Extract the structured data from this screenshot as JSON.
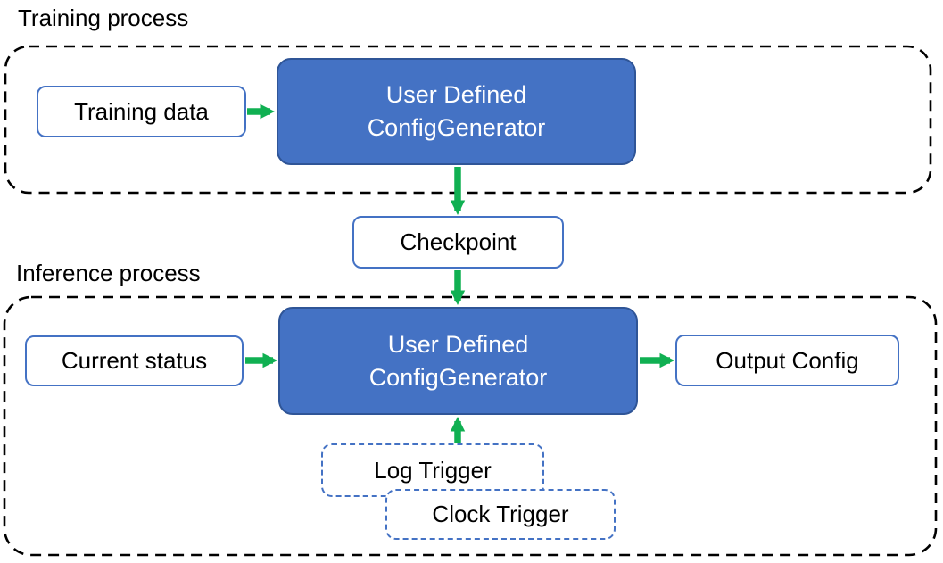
{
  "training": {
    "title": "Training process",
    "input_label": "Training data",
    "generator": {
      "line1": "User Defined",
      "line2": "ConfigGenerator"
    }
  },
  "checkpoint_label": "Checkpoint",
  "inference": {
    "title": "Inference process",
    "input_label": "Current status",
    "generator": {
      "line1": "User Defined",
      "line2": "ConfigGenerator"
    },
    "output_label": "Output Config",
    "log_trigger_label": "Log Trigger",
    "clock_trigger_label": "Clock Trigger"
  },
  "colors": {
    "node_fill_blue": "#4472C4",
    "node_border_dark_blue": "#2F5597",
    "outline_blue": "#4472C4",
    "arrow_green": "#10B052",
    "dashed_container_black": "#000000",
    "text_black": "#000000",
    "text_white": "#FFFFFF"
  }
}
